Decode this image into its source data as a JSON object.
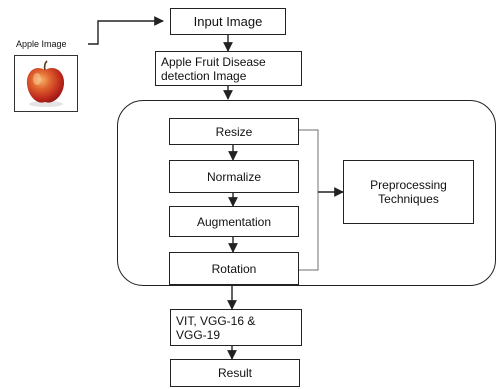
{
  "diagram": {
    "input_label": "Apple Image",
    "nodes": {
      "input_image": "Input Image",
      "disease_image": "Apple Fruit Disease\ndetection Image",
      "resize": "Resize",
      "normalize": "Normalize",
      "augmentation": "Augmentation",
      "rotation": "Rotation",
      "preprocessing": "Preprocessing\nTechniques",
      "models": "VIT, VGG-16 &\nVGG-19",
      "result": "Result"
    },
    "colors": {
      "line": "#222222",
      "apple_red": "#c9301c",
      "apple_highlight": "#f2a45a"
    }
  }
}
